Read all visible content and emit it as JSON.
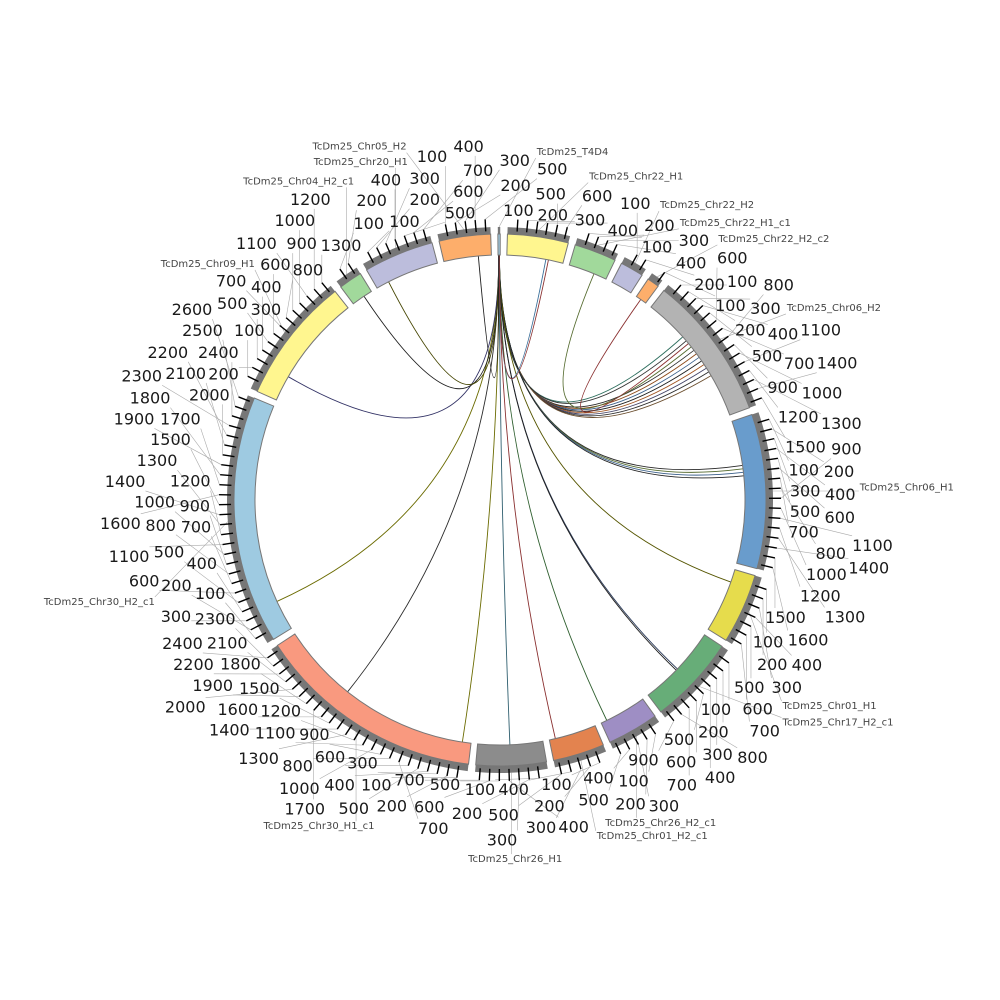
{
  "chart_data": {
    "type": "circos",
    "tick_interval": 100,
    "chromosomes": [
      {
        "name": "TcDm25_Chr22_H1",
        "length": 650,
        "color": "#fff68f"
      },
      {
        "name": "TcDm25_Chr22_H1_c1",
        "length": 450,
        "color": "#a1d99b"
      },
      {
        "name": "TcDm25_Chr22_H2",
        "length": 250,
        "color": "#bcbddc"
      },
      {
        "name": "TcDm25_Chr22_H2_c2",
        "length": 130,
        "color": "#fdae6b"
      },
      {
        "name": "TcDm25_Chr06_H2",
        "length": 1550,
        "color": "#b3b3b3"
      },
      {
        "name": "TcDm25_Chr06_H1",
        "length": 1650,
        "color": "#699ccc"
      },
      {
        "name": "TcDm25_Chr01_H1",
        "length": 750,
        "color": "#e6dc4c"
      },
      {
        "name": "TcDm25_Chr17_H2_c1",
        "length": 950,
        "color": "#67ad78"
      },
      {
        "name": "TcDm25_Chr26_H2_c1",
        "length": 550,
        "color": "#9e8ec4"
      },
      {
        "name": "TcDm25_Chr01_H2_c1",
        "length": 550,
        "color": "#e3834f"
      },
      {
        "name": "TcDm25_Chr26_H1",
        "length": 750,
        "color": "#8c8c8c"
      },
      {
        "name": "TcDm25_Chr30_H1_c1",
        "length": 2450,
        "color": "#f9997f"
      },
      {
        "name": "TcDm25_Chr30_H2_c1",
        "length": 2650,
        "color": "#9ecae1"
      },
      {
        "name": "TcDm25_Chr09_H1",
        "length": 1350,
        "color": "#fff68f"
      },
      {
        "name": "TcDm25_Chr04_H2_c1",
        "length": 250,
        "color": "#a1d99b"
      },
      {
        "name": "TcDm25_Chr20_H1",
        "length": 750,
        "color": "#bcbddc"
      },
      {
        "name": "TcDm25_Chr05_H2",
        "length": 550,
        "color": "#fdae6b"
      },
      {
        "name": "TcDm25_T4D4",
        "length": 25,
        "color": "#9ecae1"
      }
    ],
    "links": [
      {
        "from": [
          17,
          5
        ],
        "to": [
          4,
          700
        ],
        "color": "#2b2b2b"
      },
      {
        "from": [
          17,
          6
        ],
        "to": [
          4,
          750
        ],
        "color": "#8c4a1a"
      },
      {
        "from": [
          17,
          7
        ],
        "to": [
          4,
          800
        ],
        "color": "#3a5f8a"
      },
      {
        "from": [
          17,
          8
        ],
        "to": [
          4,
          850
        ],
        "color": "#1f1f1f"
      },
      {
        "from": [
          17,
          9
        ],
        "to": [
          4,
          900
        ],
        "color": "#a0521e"
      },
      {
        "from": [
          17,
          10
        ],
        "to": [
          4,
          950
        ],
        "color": "#444466"
      },
      {
        "from": [
          17,
          11
        ],
        "to": [
          4,
          1000
        ],
        "color": "#2b2b2b"
      },
      {
        "from": [
          17,
          12
        ],
        "to": [
          4,
          1050
        ],
        "color": "#6b4e2e"
      },
      {
        "from": [
          17,
          8
        ],
        "to": [
          4,
          500
        ],
        "color": "#2f6f5f"
      },
      {
        "from": [
          17,
          9
        ],
        "to": [
          4,
          560
        ],
        "color": "#333333"
      },
      {
        "from": [
          17,
          13
        ],
        "to": [
          5,
          520
        ],
        "color": "#2b2b2b"
      },
      {
        "from": [
          17,
          14
        ],
        "to": [
          5,
          560
        ],
        "color": "#556b2f"
      },
      {
        "from": [
          17,
          15
        ],
        "to": [
          5,
          600
        ],
        "color": "#3a5f8a"
      },
      {
        "from": [
          17,
          16
        ],
        "to": [
          5,
          640
        ],
        "color": "#222222"
      },
      {
        "from": [
          17,
          15
        ],
        "to": [
          6,
          150
        ],
        "color": "#555500"
      },
      {
        "from": [
          17,
          14
        ],
        "to": [
          7,
          500
        ],
        "color": "#2b3b5a"
      },
      {
        "from": [
          17,
          13
        ],
        "to": [
          7,
          520
        ],
        "color": "#1f1f1f"
      },
      {
        "from": [
          17,
          12
        ],
        "to": [
          8,
          480
        ],
        "color": "#2f5f2f"
      },
      {
        "from": [
          17,
          11
        ],
        "to": [
          9,
          480
        ],
        "color": "#8a3030"
      },
      {
        "from": [
          17,
          12
        ],
        "to": [
          10,
          380
        ],
        "color": "#2f5f6f"
      },
      {
        "from": [
          17,
          10
        ],
        "to": [
          11,
          100
        ],
        "color": "#6b6b00"
      },
      {
        "from": [
          17,
          10
        ],
        "to": [
          11,
          1550
        ],
        "color": "#2b2b2b"
      },
      {
        "from": [
          17,
          9
        ],
        "to": [
          12,
          350
        ],
        "color": "#6b6b00"
      },
      {
        "from": [
          17,
          8
        ],
        "to": [
          13,
          300
        ],
        "color": "#333366"
      },
      {
        "from": [
          17,
          7
        ],
        "to": [
          14,
          150
        ],
        "color": "#1f1f1f"
      },
      {
        "from": [
          17,
          6
        ],
        "to": [
          15,
          150
        ],
        "color": "#444400"
      },
      {
        "from": [
          17,
          5
        ],
        "to": [
          16,
          400
        ],
        "color": "#1f1f1f"
      },
      {
        "from": [
          17,
          12
        ],
        "to": [
          0,
          450
        ],
        "color": "#3a6f9a"
      },
      {
        "from": [
          17,
          13
        ],
        "to": [
          0,
          480
        ],
        "color": "#8a3030"
      },
      {
        "from": [
          1,
          300
        ],
        "to": [
          4,
          650
        ],
        "color": "#556b2f"
      },
      {
        "from": [
          3,
          60
        ],
        "to": [
          4,
          600
        ],
        "color": "#8a3030"
      }
    ]
  }
}
